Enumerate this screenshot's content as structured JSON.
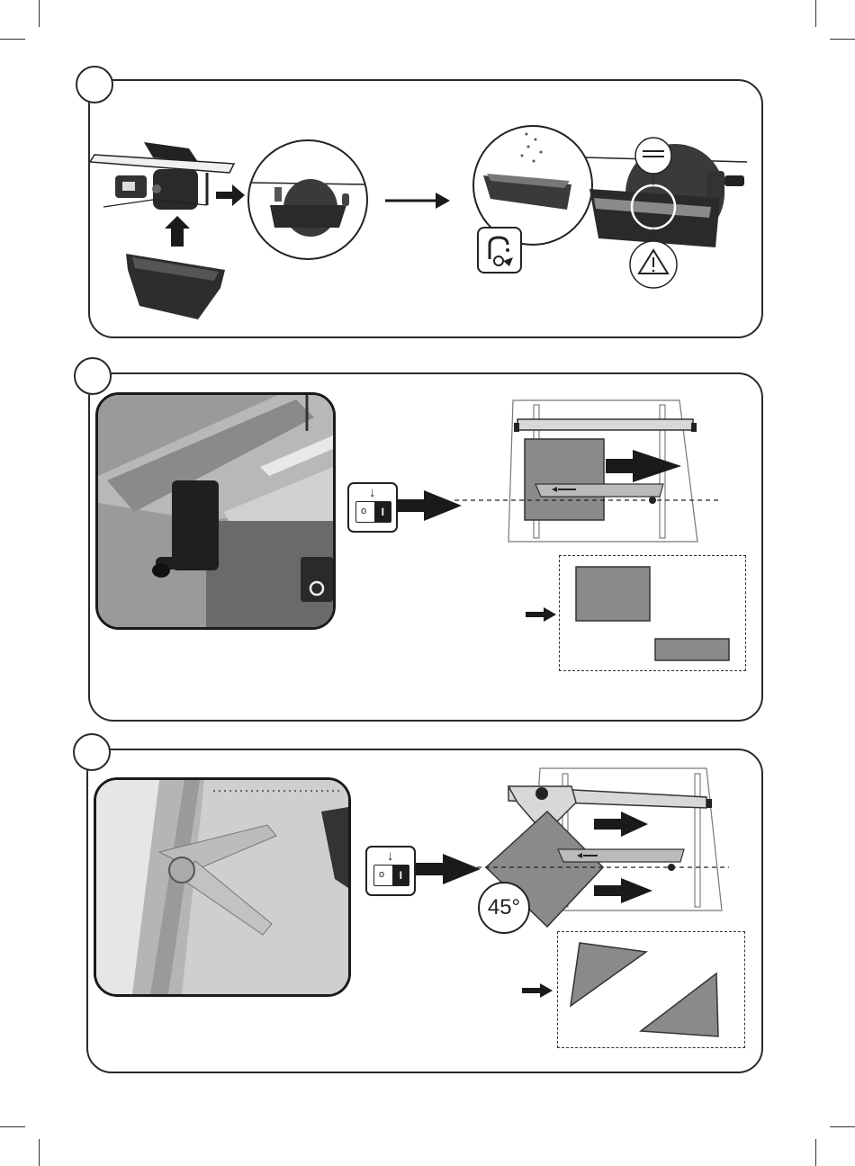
{
  "steps": [
    {
      "number": ""
    },
    {
      "number": ""
    },
    {
      "number": ""
    }
  ],
  "switch": {
    "off_label": "o",
    "on_label": "I",
    "press_arrow": "↓"
  },
  "angle_badge": "45°",
  "icons": {
    "tap": "water-tap-icon",
    "warning": "warning-triangle-icon",
    "level": "water-level-icon"
  },
  "colors": {
    "tile": "#8a8a8a",
    "line": "#2a2a2a",
    "arrow": "#1a1a1a"
  }
}
